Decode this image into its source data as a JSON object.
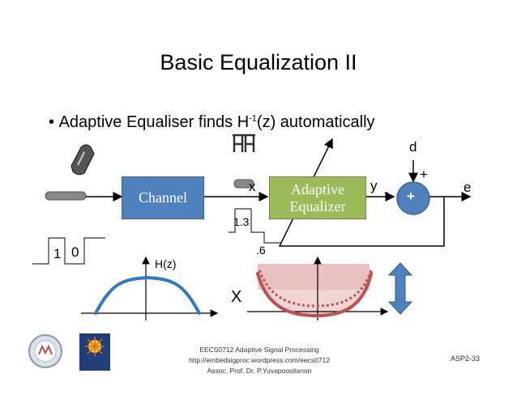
{
  "slide": {
    "title": "Basic Equalization II",
    "bullet_text": "Adaptive Equaliser finds H",
    "bullet_sup": "-1",
    "bullet_rest": "(z) automatically"
  },
  "diagram": {
    "channel_label": "Channel",
    "equalizer_line1": "Adaptive",
    "equalizer_line2": "Equalizer",
    "sum_symbol": "+",
    "x_label": "x",
    "y_label": "y",
    "minus": "-",
    "plus": "+",
    "d_label": "d",
    "e_label": "e",
    "coef1": "1.3",
    "coef2": ".6",
    "impulse_1": "1",
    "impulse_0": "0",
    "hz_label": "H(z)",
    "times_label": "X",
    "colors": {
      "box_fill": "#4F81BD",
      "equalizer_fill": "#9BBB59",
      "sum_fill": "#4F81BD",
      "hz_curve": "#2F79C8",
      "eq_curve": "#C0504D",
      "eq_band": "#E6B9B8"
    }
  },
  "footer": {
    "line1": "EECS0712 Adaptive Signal Processing",
    "line2": "http://embedsigproc.wordpress.com/eecs0712",
    "line3": "Assoc. Prof. Dr. P.Yuvapoositanon",
    "slide_number": "ASP2-33"
  }
}
